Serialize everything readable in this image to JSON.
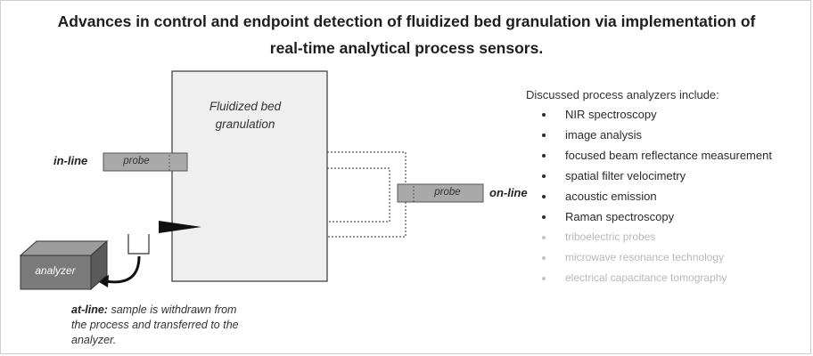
{
  "title": {
    "line1": "Advances in control and endpoint detection of fluidized bed granulation via implementation of",
    "line2": "real-time analytical process sensors."
  },
  "diagram": {
    "vessel_label_line1": "Fluidized bed",
    "vessel_label_line2": "granulation",
    "inline_label": "in-line",
    "inline_probe": "probe",
    "online_label": "on-line",
    "online_probe": "probe",
    "analyzer_label": "analyzer",
    "atline_head": "at-line:",
    "atline_line1_rest": " sample is withdrawn from",
    "atline_line2": "the process and transferred to the",
    "atline_line3": "analyzer."
  },
  "analyzers": {
    "intro": "Discussed process analyzers include:",
    "items": [
      {
        "label": "NIR spectroscopy",
        "emphasis": "main"
      },
      {
        "label": "image analysis",
        "emphasis": "main"
      },
      {
        "label": "focused beam reflectance measurement",
        "emphasis": "main"
      },
      {
        "label": "spatial filter velocimetry",
        "emphasis": "main"
      },
      {
        "label": "acoustic emission",
        "emphasis": "main"
      },
      {
        "label": "Raman spectroscopy",
        "emphasis": "main"
      },
      {
        "label": "triboelectric probes",
        "emphasis": "faint"
      },
      {
        "label": "microwave resonance technology",
        "emphasis": "faint"
      },
      {
        "label": "electrical capacitance tomography",
        "emphasis": "faint"
      }
    ]
  },
  "colors": {
    "probe_fill": "#a9a9a9",
    "vessel_fill": "#efefef",
    "analyzer_front": "#7a7a7a",
    "analyzer_top": "#9c9c9c",
    "analyzer_side": "#5a5a5a",
    "faint_text": "#b8b8b8"
  }
}
